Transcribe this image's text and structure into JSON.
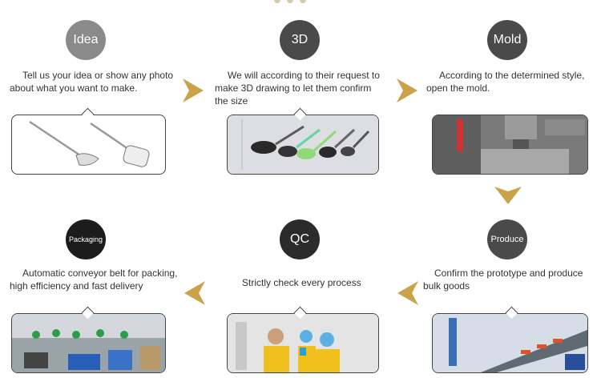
{
  "steps": [
    {
      "id": "idea",
      "label": "Idea",
      "desc": "Tell us your idea or show any photo about what you want to make.",
      "color": "#8a8a8a",
      "icon": "utensil-sketch"
    },
    {
      "id": "3d",
      "label": "3D",
      "desc": "We will according to their request to make 3D drawing to let them confirm the size",
      "color": "#4a4a4a",
      "icon": "3d-render"
    },
    {
      "id": "mold",
      "label": "Mold",
      "desc": "According to the determined style, open the mold.",
      "color": "#4a4a4a",
      "icon": "mold-machine"
    },
    {
      "id": "produce",
      "label": "Produce",
      "desc": "Confirm the prototype and produce bulk goods",
      "color": "#4a4a4a",
      "icon": "conveyor-line"
    },
    {
      "id": "qc",
      "label": "QC",
      "desc": "Strictly check every process",
      "color": "#2b2b2b",
      "icon": "inspection-workers"
    },
    {
      "id": "packaging",
      "label": "Packaging",
      "desc": "Automatic conveyor belt for packing, high efficiency and fast delivery",
      "color": "#1c1c1c",
      "icon": "packing-floor"
    }
  ],
  "colors": {
    "arrow": "#c9a24a",
    "text": "#333333",
    "frame": "#444444"
  }
}
